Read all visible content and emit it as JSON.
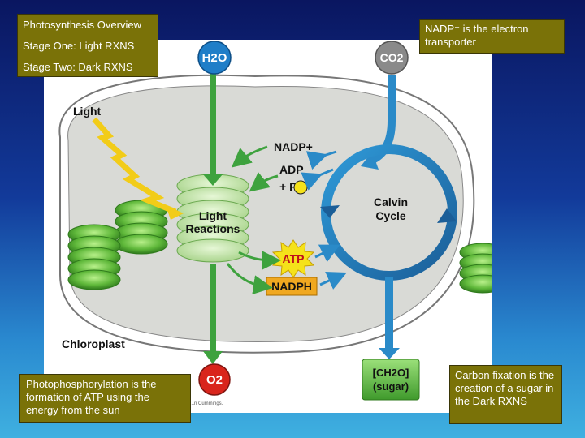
{
  "boxes": {
    "overview": {
      "title": "Photosynthesis Overview",
      "stage_one": "Stage One: Light RXNS",
      "stage_two": "Stage Two: Dark RXNS"
    },
    "nadp_note": "NADP⁺ is the electron transporter",
    "photophosphorylation_note": "Photophosphorylation is the formation of ATP using the energy from the sun",
    "carbon_fixation_note": "Carbon fixation is the creation of a sugar in the Dark RXNS"
  },
  "diagram": {
    "light": "Light",
    "chloroplast": "Chloroplast",
    "h2o": "H2O",
    "co2": "CO2",
    "o2": "O2",
    "nadp_plus": "NADP+",
    "adp": "ADP",
    "plus_pi": "+ Pi",
    "atp": "ATP",
    "nadph": "NADPH",
    "light_reactions_1": "Light",
    "light_reactions_2": "Reactions",
    "calvin_1": "Calvin",
    "calvin_2": "Cycle",
    "sugar_1": "[CH2O]",
    "sugar_2": "(sugar)",
    "credit": "...n Cummings."
  },
  "colors": {
    "slide_top": "#0a1660",
    "slide_bottom": "#3fb0e0",
    "label_box": "#7a7208",
    "chloroplast_fill": "#d9dad6",
    "thylakoid_green": "#5fb83a",
    "arrow_green": "#3ea23e",
    "calvin_blue": "#2a8ac8",
    "atp_yellow": "#f5e21a",
    "nadph_orange": "#f0a820"
  }
}
